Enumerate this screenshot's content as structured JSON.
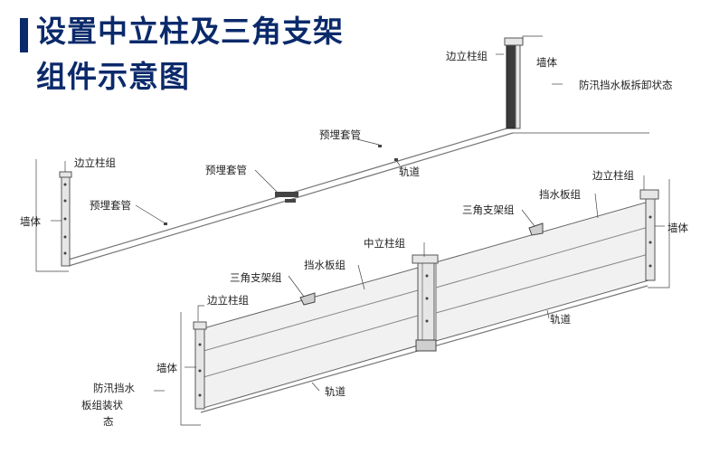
{
  "title": {
    "line1": "设置中立柱及三角支架",
    "line2": "组件示意图",
    "accent_color": "#0b2a6b"
  },
  "labels": {
    "top_right_post": "边立柱组",
    "top_right_wall": "墙体",
    "disassembled_state": "防汛挡水板拆卸状态",
    "embedded_sleeve_1": "预埋套管",
    "embedded_sleeve_2": "预埋套管",
    "embedded_sleeve_3": "预埋套管",
    "rail_upper": "轨道",
    "left_upper_post": "边立柱组",
    "left_upper_wall": "墙体",
    "right_post": "边立柱组",
    "right_board": "挡水板组",
    "right_bracket": "三角支架组",
    "right_wall": "墙体",
    "middle_post": "中立柱组",
    "middle_board": "挡水板组",
    "left_bracket": "三角支架组",
    "left_post": "边立柱组",
    "rail_lower_right": "轨道",
    "left_wall": "墙体",
    "rail_lower": "轨道",
    "assembled_state_line1": "防汛挡水",
    "assembled_state_line2": "板组装状",
    "assembled_state_line3": "态"
  }
}
